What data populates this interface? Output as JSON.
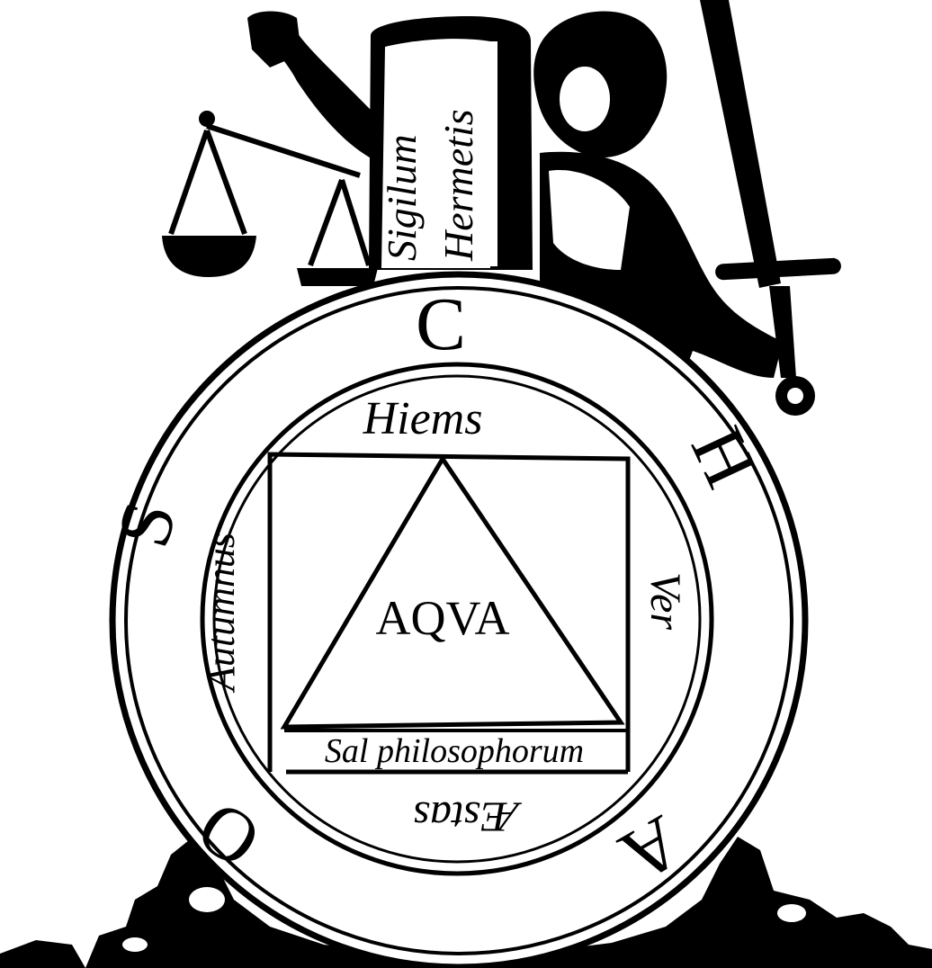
{
  "pillar": {
    "line1": "Sigilum",
    "line2": "Hermetis"
  },
  "ring_letters": [
    "C",
    "H",
    "A",
    "O",
    "S"
  ],
  "seasons": {
    "top": "Hiems",
    "right": "Ver",
    "bottom": "Æstas",
    "left": "Autumnus"
  },
  "center_label": "AQVA",
  "base_label": "Sal philosophorum",
  "colors": {
    "ink": "#000000",
    "paper": "#ffffff"
  }
}
